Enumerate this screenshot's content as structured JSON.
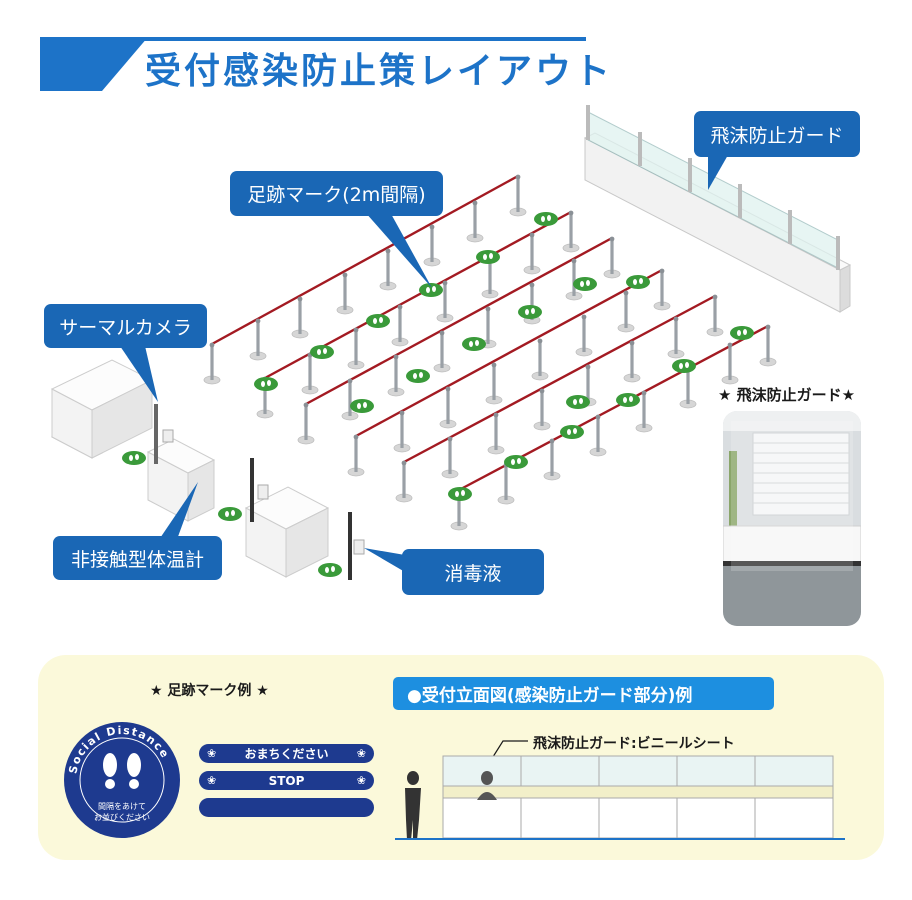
{
  "title": "受付感染防止策レイアウト",
  "callouts": {
    "footprint": "足跡マーク(2m間隔)",
    "guard": "飛沫防止ガード",
    "camera": "サーマルカメラ",
    "thermometer": "非接触型体温計",
    "disinfectant": "消毒液"
  },
  "photo_label": "★ 飛沫防止ガード★",
  "footprint_example": {
    "heading": "★ 足跡マーク例 ★",
    "circle_top_text": "Social Distance",
    "circle_bottom_line1": "間隔をあけて",
    "circle_bottom_line2": "お並びください",
    "pill_1": "おまちください",
    "pill_2": "STOP"
  },
  "elevation": {
    "heading": "●受付立面図(感染防止ガード部分)例",
    "label": "飛沫防止ガード:ビニールシート"
  },
  "colors": {
    "primary_blue": "#1a67b5",
    "title_blue": "#1d73c8",
    "heading_blue": "#1d8fe0",
    "navy": "#1e3a8f",
    "rope_red": "#a31a22",
    "marker_green": "#3a9a3a",
    "panel_cream": "#fbf9da"
  }
}
